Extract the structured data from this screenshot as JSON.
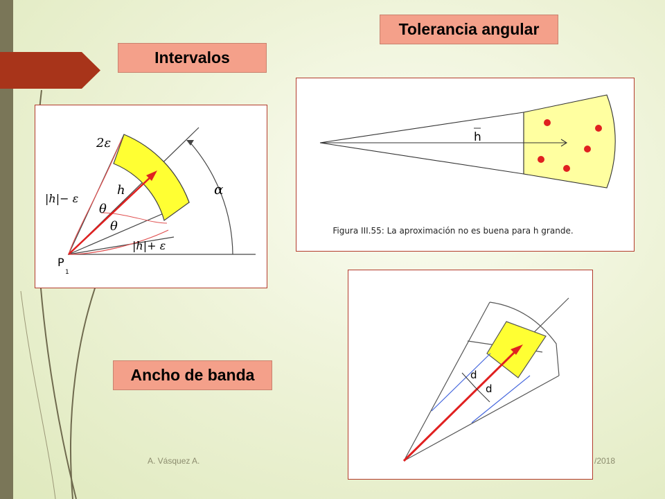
{
  "labels": {
    "intervalos": "Intervalos",
    "tolerancia": "Tolerancia angular",
    "ancho": "Ancho de banda"
  },
  "fig1": {
    "two_eps": "2ε",
    "h_minus_eps": "|h|− ε",
    "h_plus_eps": "|h|+ ε",
    "theta": "θ",
    "alpha": "α",
    "h": "h",
    "p": "P",
    "p_sub": "1"
  },
  "fig2": {
    "h": "h",
    "caption": "Figura III.55: La aproximación no es buena para h grande."
  },
  "fig3": {
    "d": "d"
  },
  "footer": {
    "author": "A. Vásquez A.",
    "date": "/2018"
  },
  "colors": {
    "accent": "#a8341a",
    "label_bg": "#f4a08a",
    "highlight": "#ffff33",
    "vector": "#e02020"
  }
}
